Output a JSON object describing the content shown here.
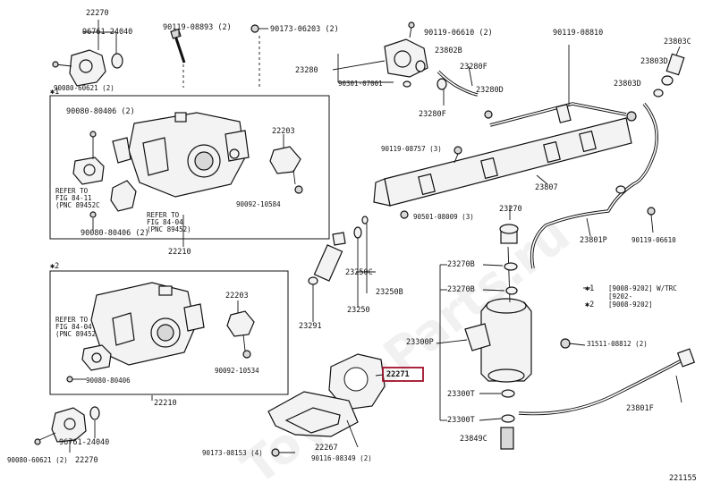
{
  "diagram": {
    "watermark": "ToyotaParts.ru",
    "footer_code": "221155",
    "legend": {
      "star1": "✱1",
      "star1_line1": "[9008-9202] W/TRC",
      "star1_line2": "[9202-",
      "star2": "✱2",
      "star2_line1": "[9008-9202]"
    },
    "box_labels": {
      "box1_marker": "✱1",
      "box2_marker": "✱2"
    },
    "refer_notes": {
      "n1_l1": "REFER TO",
      "n1_l2": "FIG 84-11",
      "n1_l3": "(PNC 89452C",
      "n2_l1": "REFER TO",
      "n2_l2": "FIG 84-04",
      "n2_l3": "(PNC 89452)",
      "n3_l1": "REFER TO",
      "n3_l2": "FIG 84-04",
      "n3_l3": "(PNC 89452"
    },
    "parts": {
      "p22270_top": "22270",
      "p96761_top": "96761-24040",
      "p90080_top": "90080-60621 (2)",
      "p90119_08893": "90119-08893 (2)",
      "p90173_06203": "90173-06203 (2)",
      "p90080_80406_a": "90080-80406 (2)",
      "p90080_80406_b": "90080-80406 (2)",
      "p22203_a": "22203",
      "p90092_10584": "90092-10584",
      "p22210_a": "22210",
      "p90119_0660_a": "90119-06610 (2)",
      "p23280": "23280",
      "p23802B": "23802B",
      "p23280F_a": "23280F",
      "p23280D": "23280D",
      "p90301": "90301-07001",
      "p23280F_b": "23280F",
      "p90119_08810": "90119-08810",
      "p23803C": "23803C",
      "p23803D_a": "23803D",
      "p23803D_b": "23803D",
      "p90119_08757": "90119-08757 (3)",
      "p23807": "23807",
      "p90501_08009": "90501-08009 (3)",
      "p23270": "23270",
      "p23801P": "23801P",
      "p90119_06610_b": "90119-06610",
      "p23250C": "23250C",
      "p23250B": "23250B",
      "p23250": "23250",
      "p23291": "23291",
      "p23270B_a": "23270B",
      "p23270B_b": "23270B",
      "p22203_b": "22203",
      "p90092_10534": "90092-10534",
      "p90080_80406_c": "90080-80406",
      "p22210_b": "22210",
      "p22271": "22271",
      "p23300P": "23300P",
      "p31511": "31511-08812 (2)",
      "p23300T_a": "23300T",
      "p23300T_b": "23300T",
      "p23849C": "23849C",
      "p23801F": "23801F",
      "p22267": "22267",
      "p90173_08153": "90173-08153 (4)",
      "p90116_08349": "90116-08349 (2)",
      "p90080_60621_b": "90080-60621 (2)",
      "p22270_b": "22270",
      "p96761_b": "96761-24040"
    }
  }
}
